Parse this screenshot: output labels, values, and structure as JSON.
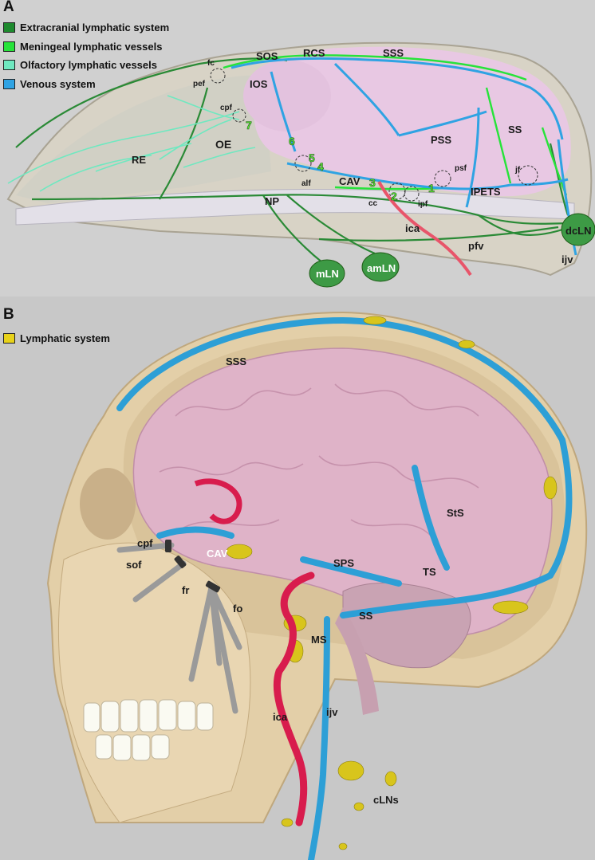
{
  "panel_a": {
    "letter": "A",
    "legend": [
      {
        "label": "Extracranial lymphatic system",
        "color": "#1e8a2e"
      },
      {
        "label": "Meningeal lymphatic vessels",
        "color": "#27e33a"
      },
      {
        "label": "Olfactory lymphatic vessels",
        "color": "#6fe8c0"
      },
      {
        "label": "Venous system",
        "color": "#2fa3e3"
      }
    ],
    "labels": {
      "fc": "fc",
      "pef": "pef",
      "sos": "SOS",
      "rcs": "RCS",
      "sss": "SSS",
      "ios": "IOS",
      "cpf": "cpf",
      "oe": "OE",
      "re": "RE",
      "pss": "PSS",
      "ss": "SS",
      "psf": "psf",
      "jf": "jf",
      "ipets": "IPETS",
      "cav": "CAV",
      "alf": "alf",
      "np": "NP",
      "cc": "cc",
      "ipf": "ipf",
      "ica": "ica",
      "pfv": "pfv",
      "dcln": "dcLN",
      "ijv": "ijv",
      "mln": "mLN",
      "amln": "amLN"
    },
    "numbers": [
      "1",
      "2",
      "3",
      "4",
      "5",
      "6",
      "7"
    ]
  },
  "panel_b": {
    "letter": "B",
    "legend": [
      {
        "label": "Lymphatic system",
        "color": "#e8d21a"
      }
    ],
    "labels": {
      "sss": "SSS",
      "cpf": "cpf",
      "sof": "sof",
      "fr": "fr",
      "fo": "fo",
      "cav": "CAV",
      "sps": "SPS",
      "sts": "StS",
      "ts": "TS",
      "ss": "SS",
      "ms": "MS",
      "ica": "ica",
      "ijv": "ijv",
      "clns": "cLNs"
    }
  }
}
